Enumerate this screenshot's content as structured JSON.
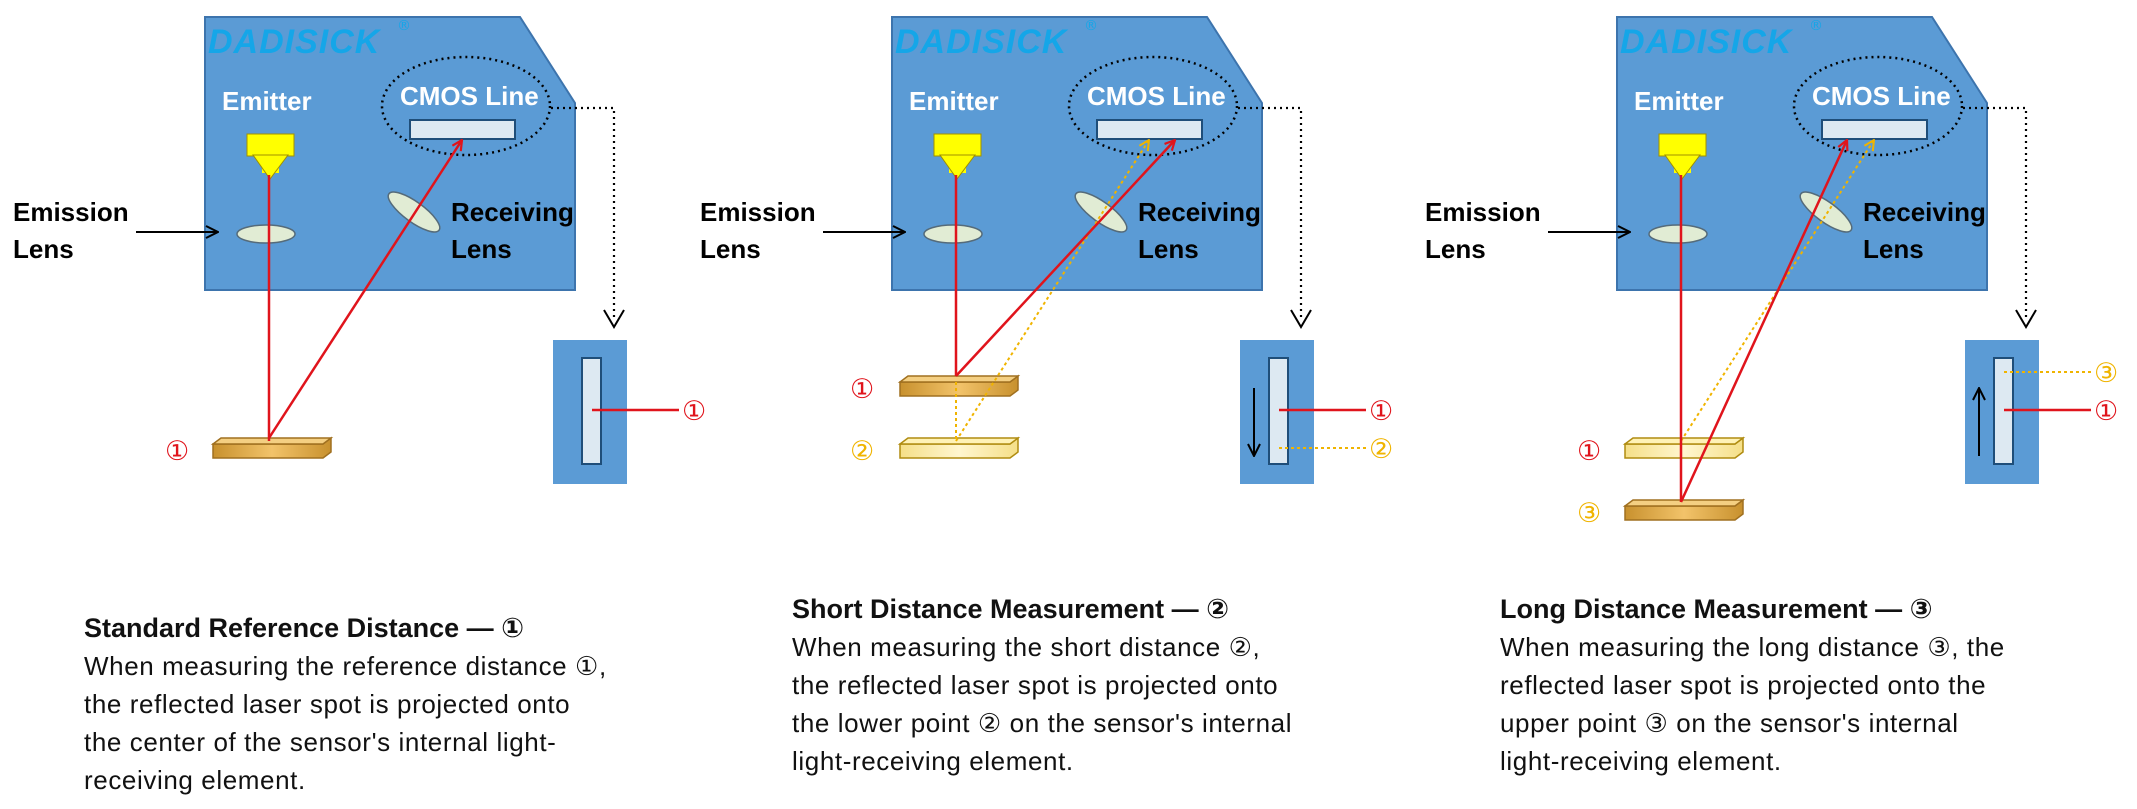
{
  "brand": "DADISICK",
  "brand_mark": "®",
  "labels": {
    "emitter": "Emitter",
    "cmos_line": "CMOS Line",
    "receiving_l1": "Receiving",
    "receiving_l2": "Lens",
    "emission_l1": "Emission",
    "emission_l2": "Lens"
  },
  "markers": {
    "m1": "①",
    "m2": "②",
    "m3": "③"
  },
  "colors": {
    "housing": "#5b9bd5",
    "laser": "#e0141c",
    "alt_ray": "#f0b400",
    "element": "#dde9f2"
  },
  "captions": [
    {
      "title": "Standard Reference Distance — ①",
      "body": "When measuring the reference distance ①,\nthe reflected laser spot is projected onto\nthe center of the sensor's internal light-\nreceiving element."
    },
    {
      "title": "Short Distance Measurement — ②",
      "body": "When measuring the short distance ②,\nthe reflected laser spot is projected onto\nthe lower point ② on the sensor's internal\nlight-receiving element."
    },
    {
      "title": "Long Distance Measurement — ③",
      "body": "When measuring the long distance ③, the\nreflected laser spot is projected onto the\nupper point ③ on the sensor's internal\nlight-receiving element."
    }
  ]
}
